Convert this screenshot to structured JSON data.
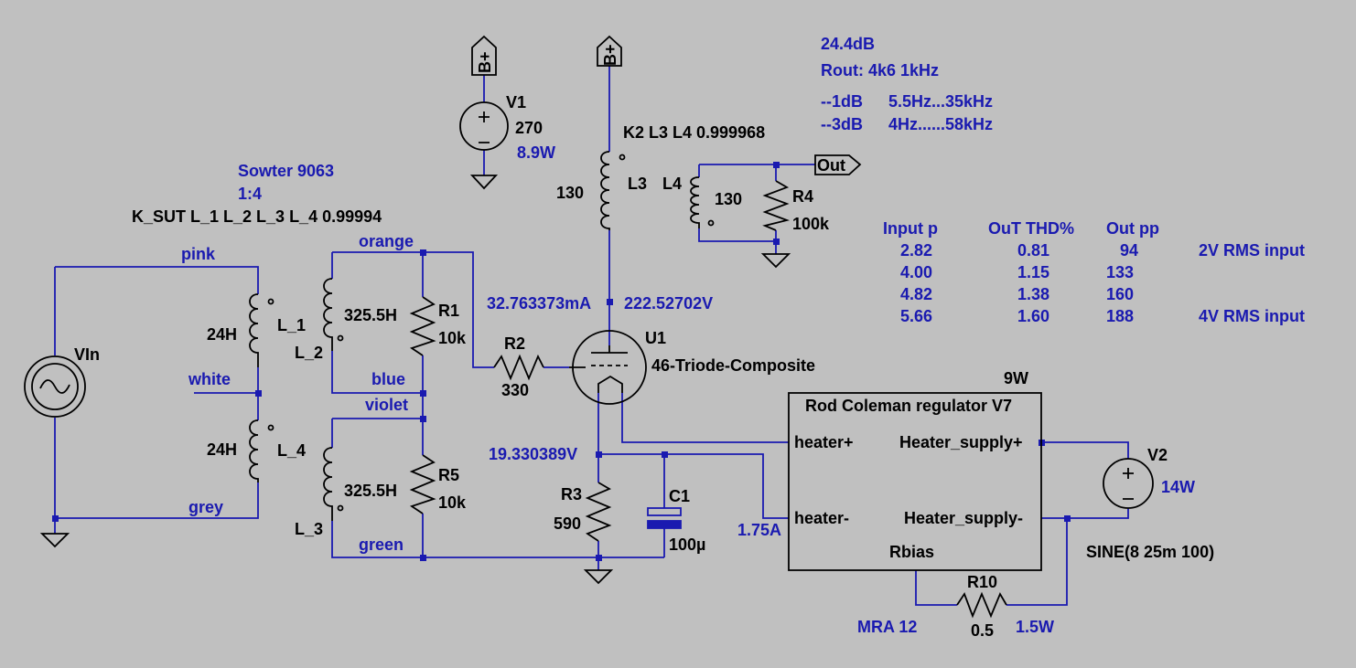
{
  "schematic": {
    "flags": {
      "bplus_1": "B+",
      "bplus_2": "B+",
      "out": "Out"
    },
    "notes": {
      "gain": "24.4dB",
      "rout": "Rout: 4k6  1kHz",
      "bw1_label": "--1dB",
      "bw1_range": "5.5Hz...35kHz",
      "bw3_label": "--3dB",
      "bw3_range": "4Hz......58kHz",
      "k_out": "K2 L3 L4  0.999968",
      "sowter": "Sowter 9063",
      "ratio": "1:4",
      "k_sut": "K_SUT L_1 L_2 L_3 L_4 0.99994"
    },
    "components": {
      "v1_name": "V1",
      "v1_value": "270",
      "v1_power": "8.9W",
      "l3_name": "L3",
      "l3_value": "130",
      "l4_name": "L4",
      "l4_value": "130",
      "r4_name": "R4",
      "r4_value": "100k",
      "vin_name": "VIn",
      "l1_name": "L_1",
      "l1_value": "24H",
      "l2_name": "L_2",
      "l2_value": "325.5H",
      "l3b_name": "L_3",
      "l3b_value": "325.5H",
      "l4b_name": "L_4",
      "l4b_value": "24H",
      "r1_name": "R1",
      "r1_value": "10k",
      "r5_name": "R5",
      "r5_value": "10k",
      "r2_name": "R2",
      "r2_value": "330",
      "u1_name": "U1",
      "u1_model": "46-Triode-Composite",
      "r3_name": "R3",
      "r3_value": "590",
      "c1_name": "C1",
      "c1_value": "100µ",
      "reg_title": "Rod Coleman regulator V7",
      "reg_power": "9W",
      "pin_heater_plus": "heater+",
      "pin_heater_minus": "heater-",
      "pin_supply_plus": "Heater_supply+",
      "pin_supply_minus": "Heater_supply-",
      "pin_rbias": "Rbias",
      "v2_name": "V2",
      "v2_power": "14W",
      "v2_source": "SINE(8 25m 100)",
      "r10_name": "R10",
      "r10_value": "0.5",
      "r10_power": "1.5W",
      "r10_model": "MRA 12"
    },
    "wire_labels": {
      "pink": "pink",
      "white": "white",
      "grey": "grey",
      "orange": "orange",
      "blue": "blue",
      "violet": "violet",
      "green": "green"
    },
    "operating_point": {
      "plate_current": "32.763373mA",
      "plate_voltage": "222.52702V",
      "cathode_voltage": "19.330389V",
      "heater_current": "1.75A"
    },
    "thd_table": {
      "headers": [
        "Input p",
        "OuT THD%",
        "Out pp"
      ],
      "rows": [
        {
          "input": "2.82",
          "thd": "0.81",
          "out": "94",
          "note": "2V RMS input"
        },
        {
          "input": "4.00",
          "thd": "1.15",
          "out": "133",
          "note": ""
        },
        {
          "input": "4.82",
          "thd": "1.38",
          "out": "160",
          "note": ""
        },
        {
          "input": "5.66",
          "thd": "1.60",
          "out": "188",
          "note": "4V RMS input"
        }
      ]
    }
  }
}
